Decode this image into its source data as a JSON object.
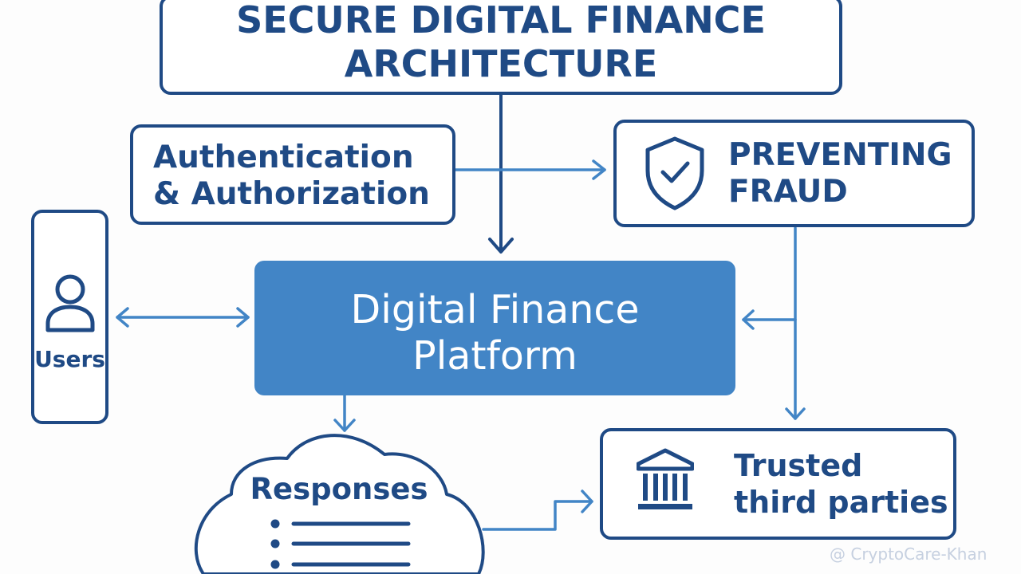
{
  "title": {
    "line1": "SECURE DIGITAL FINANCE",
    "line2": "ARCHITECTURE"
  },
  "auth": {
    "line1": "Authentication",
    "line2": "& Authorization"
  },
  "fraud": {
    "line1": "PREVENTING",
    "line2": "FRAUD",
    "icon": "shield-check-icon"
  },
  "users": {
    "label": "Users",
    "icon": "user-icon"
  },
  "platform": {
    "line1": "Digital Finance",
    "line2": "Platform"
  },
  "responses": {
    "label": "Responses",
    "icon": "list-icon"
  },
  "trusted": {
    "line1": "Trusted",
    "line2": "third parties",
    "icon": "bank-icon"
  },
  "watermark": "@ CryptoCare-Khan",
  "colors": {
    "dark": "#1f4a85",
    "accent": "#4285c6"
  }
}
